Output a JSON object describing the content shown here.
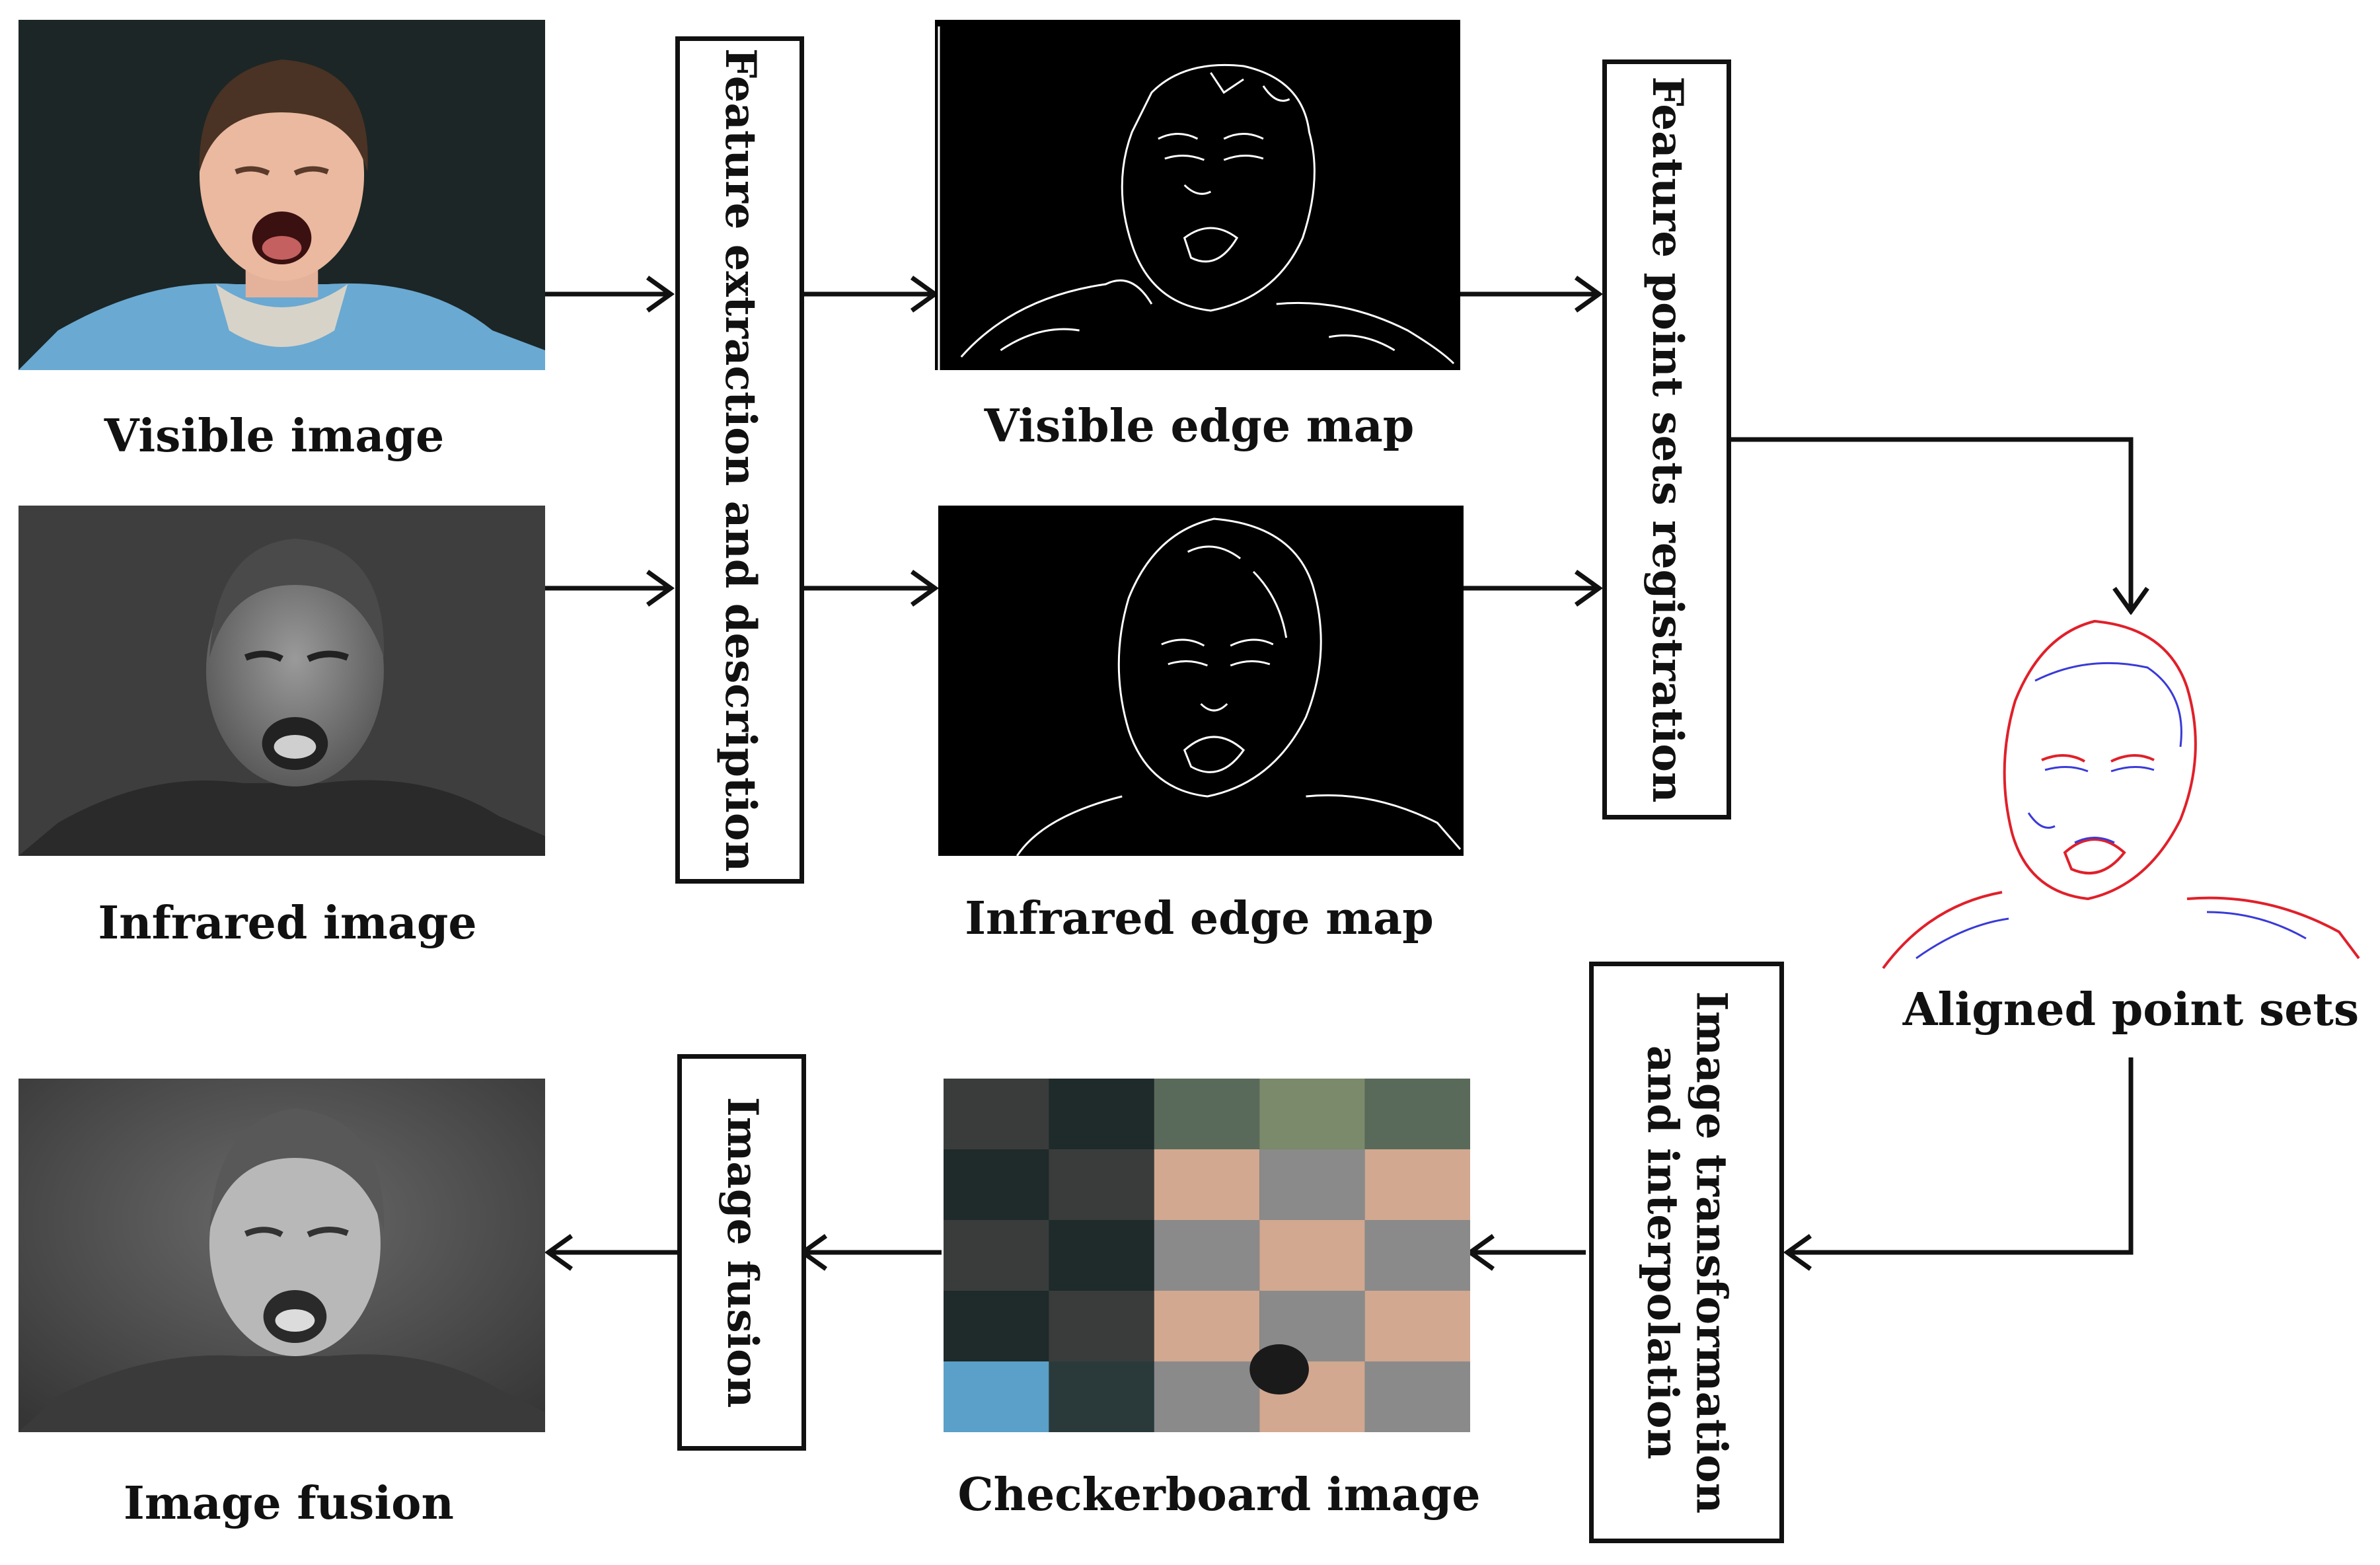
{
  "captions": {
    "visible_image": "Visible image",
    "infrared_image": "Infrared image",
    "visible_edge_map": "Visible edge map",
    "infrared_edge_map": "Infrared edge map",
    "aligned_point_sets": "Aligned point sets",
    "checkerboard_image": "Checkerboard image",
    "image_fusion": "Image fusion"
  },
  "steps": {
    "feature_extraction": "Feature extraction and description",
    "registration": "Feature point sets registration",
    "transformation_line1": "Image transformation",
    "transformation_line2": "and interpolation",
    "fusion": "Image fusion"
  },
  "colors": {
    "arrow": "#111111",
    "edge_line": "#ffffff",
    "aligned_set_a": "#e0202a",
    "aligned_set_b": "#3a3ad8"
  }
}
